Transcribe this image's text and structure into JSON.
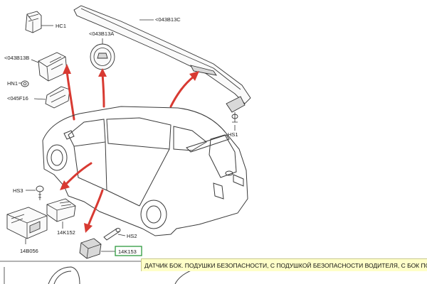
{
  "labels": {
    "hc1": "HC1",
    "b13c": "<043B13C",
    "b13a": "<043B13A",
    "b13b": "<043B13B",
    "hn1": "HN1",
    "f16": "<045F16",
    "hs1": "HS1",
    "hs3": "HS3",
    "k152": "14K152",
    "b056": "14B056",
    "hs2": "HS2",
    "k153": "14K153"
  },
  "tooltip": "ДАТЧИК БОК. ПОДУШКИ БЕЗОПАСНОСТИ, С ПОДУШКОЙ БЕЗОПАСНОСТИ ВОДИТЕЛЯ, С БОК ПОДУШ БЕЗОП",
  "colors": {
    "arrow": "#d83a32",
    "highlight": "#2e9a3e",
    "tooltip_bg": "#ffffc8"
  }
}
